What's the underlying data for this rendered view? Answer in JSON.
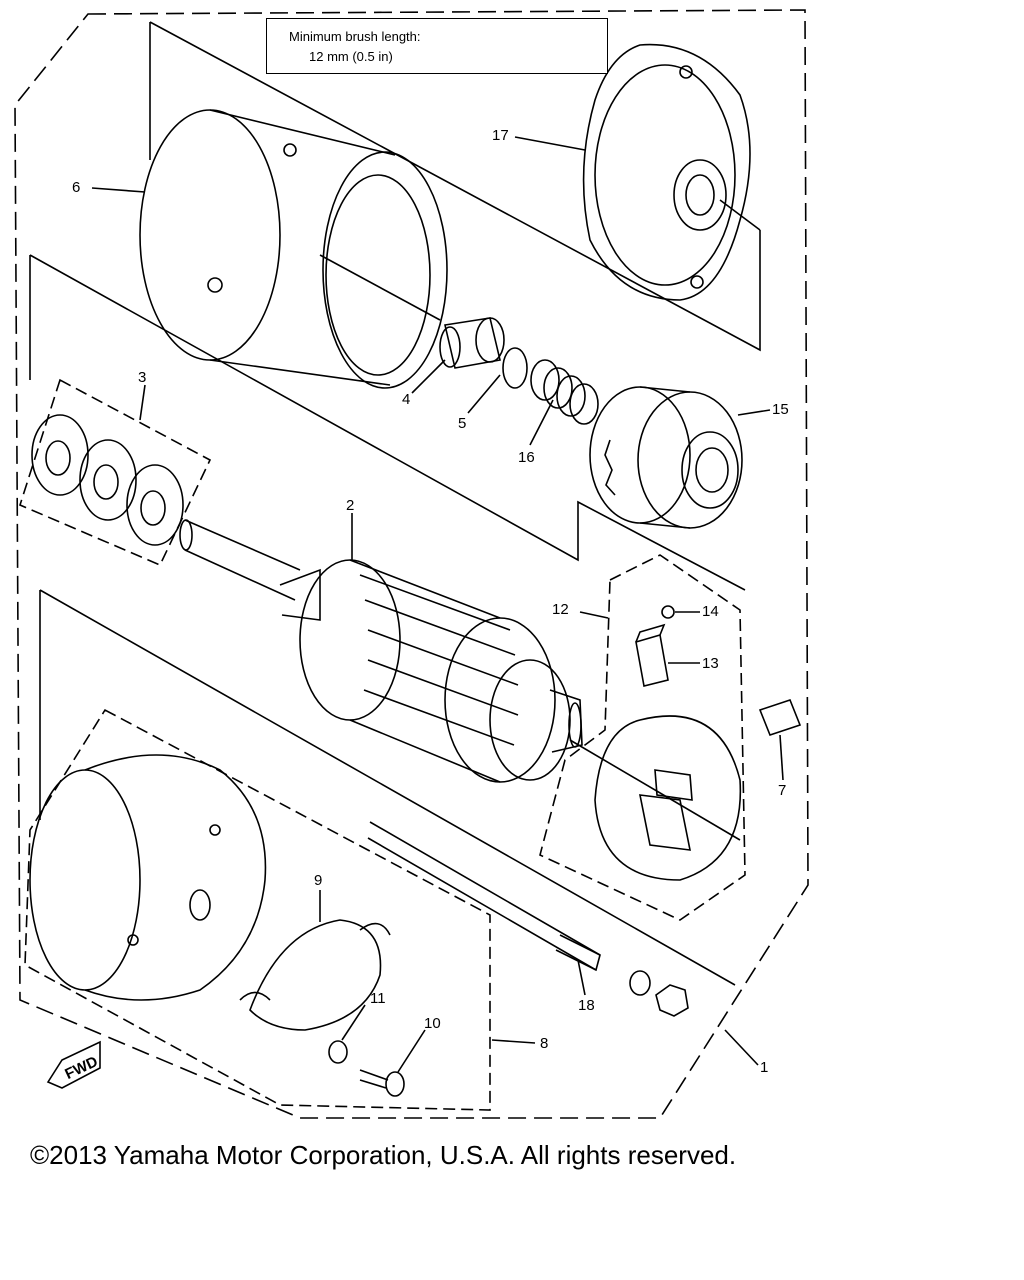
{
  "note": {
    "line1": "Minimum brush length:",
    "line2": "12 mm (0.5 in)"
  },
  "parts": [
    {
      "id": "p1",
      "label": "1"
    },
    {
      "id": "p2",
      "label": "2"
    },
    {
      "id": "p3",
      "label": "3"
    },
    {
      "id": "p4",
      "label": "4"
    },
    {
      "id": "p5",
      "label": "5"
    },
    {
      "id": "p6",
      "label": "6"
    },
    {
      "id": "p7",
      "label": "7"
    },
    {
      "id": "p8",
      "label": "8"
    },
    {
      "id": "p9",
      "label": "9"
    },
    {
      "id": "p10",
      "label": "10"
    },
    {
      "id": "p11",
      "label": "11"
    },
    {
      "id": "p12",
      "label": "12"
    },
    {
      "id": "p13",
      "label": "13"
    },
    {
      "id": "p14",
      "label": "14"
    },
    {
      "id": "p15",
      "label": "15"
    },
    {
      "id": "p16",
      "label": "16"
    },
    {
      "id": "p17",
      "label": "17"
    },
    {
      "id": "p18",
      "label": "18"
    }
  ],
  "fwd_label": "FWD",
  "copyright": "©2013 Yamaha Motor Corporation, U.S.A. All rights reserved."
}
